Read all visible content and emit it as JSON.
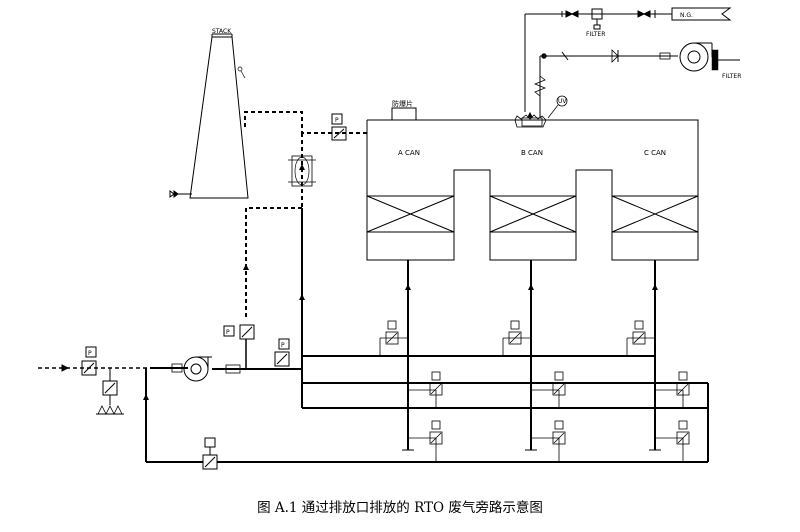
{
  "diagram": {
    "stack_label": "STACK",
    "damper_label": "防爆片",
    "chambers": [
      "A CAN",
      "B CAN",
      "C CAN"
    ],
    "uv_label": "UV",
    "ng_label": "N.G.",
    "filter_top_label": "FILTER",
    "filter_right_label": "FILTER",
    "p_label": "P",
    "caption": "图 A.1  通过排放口排放的 RTO 废气旁路示意图"
  }
}
